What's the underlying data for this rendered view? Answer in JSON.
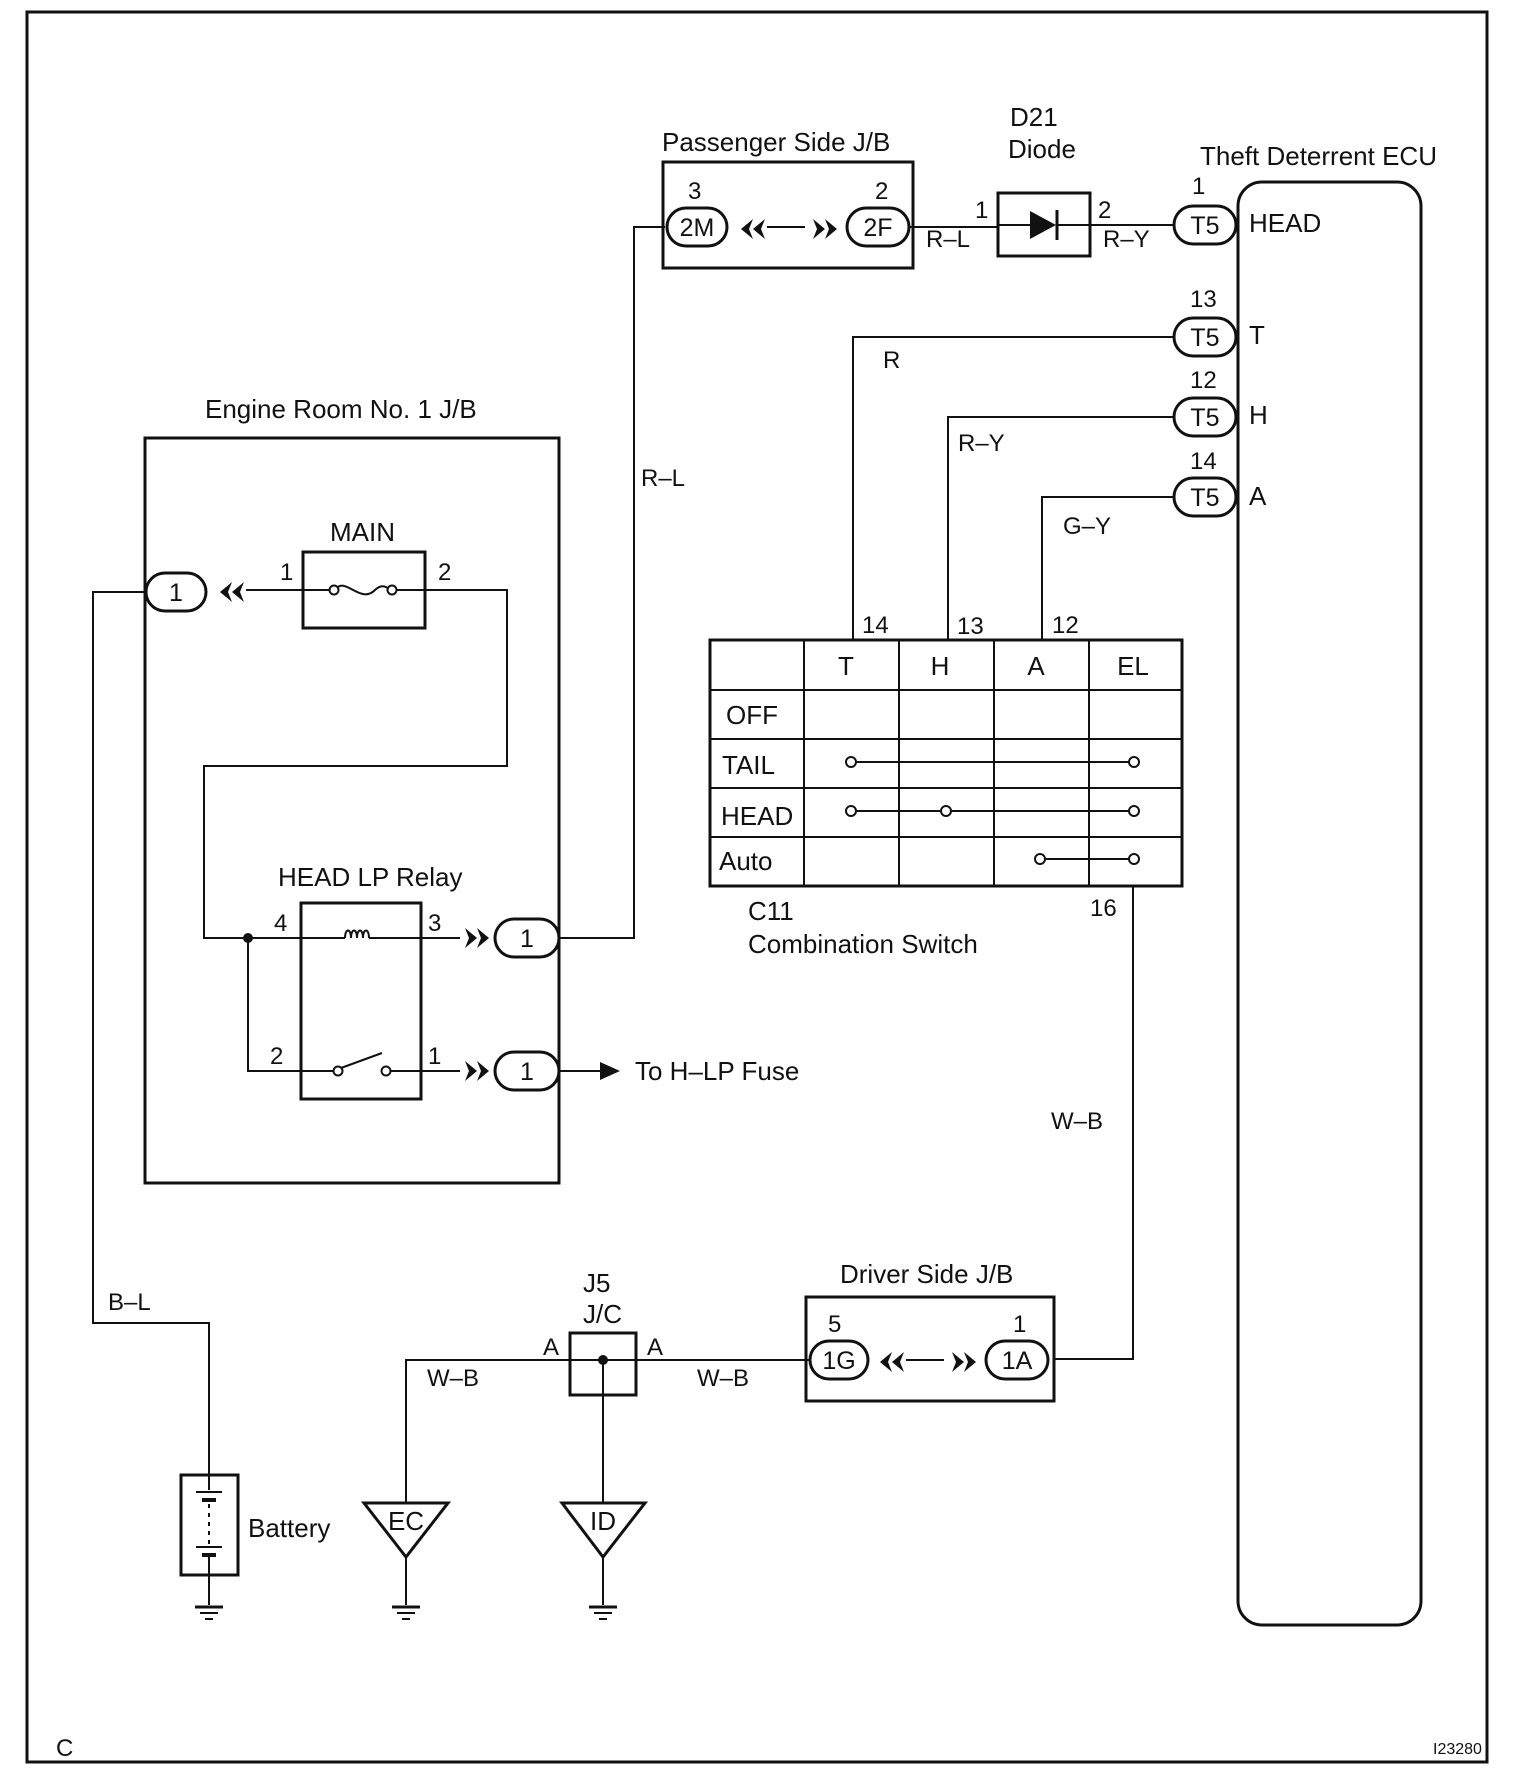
{
  "diagram": {
    "page_code": "C",
    "figure_id": "I23280",
    "engine_jb": {
      "title": "Engine Room No. 1 J/B",
      "main_fuse_label": "MAIN",
      "main_pin_left": "1",
      "main_pin_right": "2",
      "connector_label": "1",
      "relay_title": "HEAD LP Relay",
      "relay_pin_coil_in": "4",
      "relay_pin_coil_out": "3",
      "relay_pin_sw_in": "2",
      "relay_pin_sw_out": "1",
      "relay_conn_coil": "1",
      "relay_conn_sw": "1",
      "to_fuse_label": "To H–LP Fuse"
    },
    "passenger_jb": {
      "title": "Passenger Side J/B",
      "left_pin": "3",
      "left_conn": "2M",
      "right_pin": "2",
      "right_conn": "2F"
    },
    "diode": {
      "code": "D21",
      "name": "Diode",
      "pin_in": "1",
      "pin_out": "2"
    },
    "ecu": {
      "title": "Theft Deterrent ECU",
      "terminals": [
        {
          "pin": "1",
          "conn": "T5",
          "name": "HEAD"
        },
        {
          "pin": "13",
          "conn": "T5",
          "name": "T"
        },
        {
          "pin": "12",
          "conn": "T5",
          "name": "H"
        },
        {
          "pin": "14",
          "conn": "T5",
          "name": "A"
        }
      ]
    },
    "wire_colors": {
      "rl_vertical": "R–L",
      "rl_diode": "R–L",
      "ry_diode": "R–Y",
      "r": "R",
      "ry": "R–Y",
      "gy": "G–Y",
      "wb_right": "W–B",
      "wb_jc_right": "W–B",
      "wb_jc_left": "W–B",
      "bl": "B–L"
    },
    "combination_switch": {
      "code": "C11",
      "name": "Combination Switch",
      "header_pins": [
        "14",
        "13",
        "12"
      ],
      "columns": [
        "T",
        "H",
        "A",
        "EL"
      ],
      "rows": [
        "OFF",
        "TAIL",
        "HEAD",
        "Auto"
      ],
      "ground_pin": "16"
    },
    "driver_jb": {
      "title": "Driver Side J/B",
      "left_pin": "5",
      "left_conn": "1G",
      "right_pin": "1",
      "right_conn": "1A"
    },
    "junction": {
      "code": "J5",
      "name": "J/C",
      "left_pin": "A",
      "right_pin": "A"
    },
    "grounds": {
      "ec": "EC",
      "id": "ID"
    },
    "battery_label": "Battery"
  }
}
